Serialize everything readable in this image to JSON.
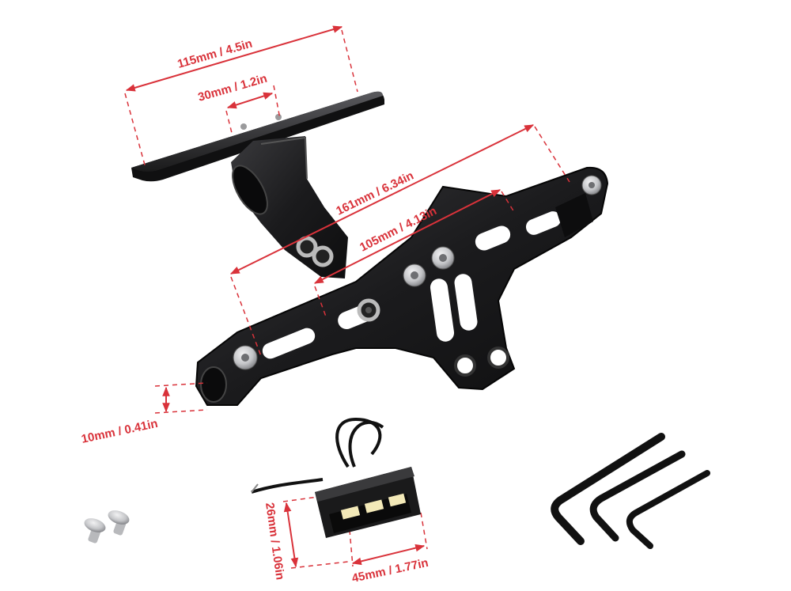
{
  "colors": {
    "annotation": "#d9323a",
    "metal": "#1c1c1e",
    "metal_edge": "#3d3d40",
    "bolt": "#c9cacc",
    "background": "#ffffff"
  },
  "dimensions": {
    "top_width": "115mm / 4.5in",
    "mount_width": "30mm / 1.2in",
    "plate_width": "161mm / 6.34in",
    "hole_spacing": "105mm / 4.13in",
    "thickness": "10mm / 0.41in",
    "light_height": "26mm / 1.06in",
    "light_width": "45mm / 1.77in"
  },
  "items": {
    "bracket": "license-plate-bracket",
    "light": "led-plate-light",
    "screws": "screw-pair",
    "wrenches": "hex-key-set"
  }
}
